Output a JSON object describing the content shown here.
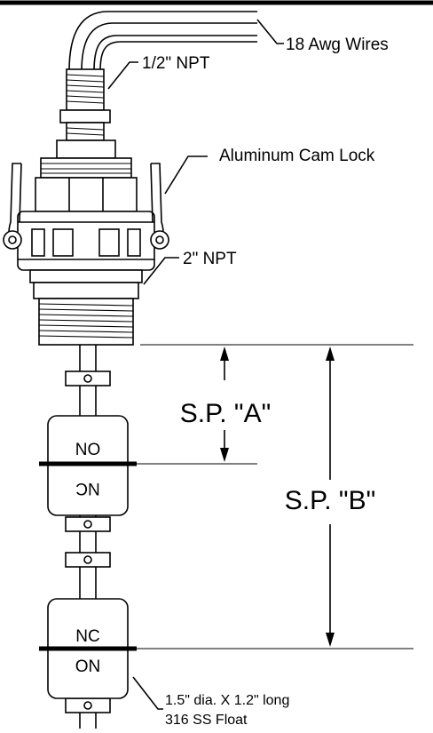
{
  "callouts": {
    "wires": "18 Awg Wires",
    "npt_half": "1/2\" NPT",
    "cam_lock": "Aluminum Cam Lock",
    "npt_two": "2\" NPT",
    "float_size": "1.5\" dia. X 1.2\" long",
    "float_material": "316 SS Float"
  },
  "dimensions": {
    "sp_a": "S.P. \"A\"",
    "sp_b": "S.P. \"B\""
  },
  "floats": {
    "upper": {
      "top_label": "NO",
      "bottom_label": "NC"
    },
    "lower": {
      "top_label": "NC",
      "bottom_label": "ON"
    }
  }
}
